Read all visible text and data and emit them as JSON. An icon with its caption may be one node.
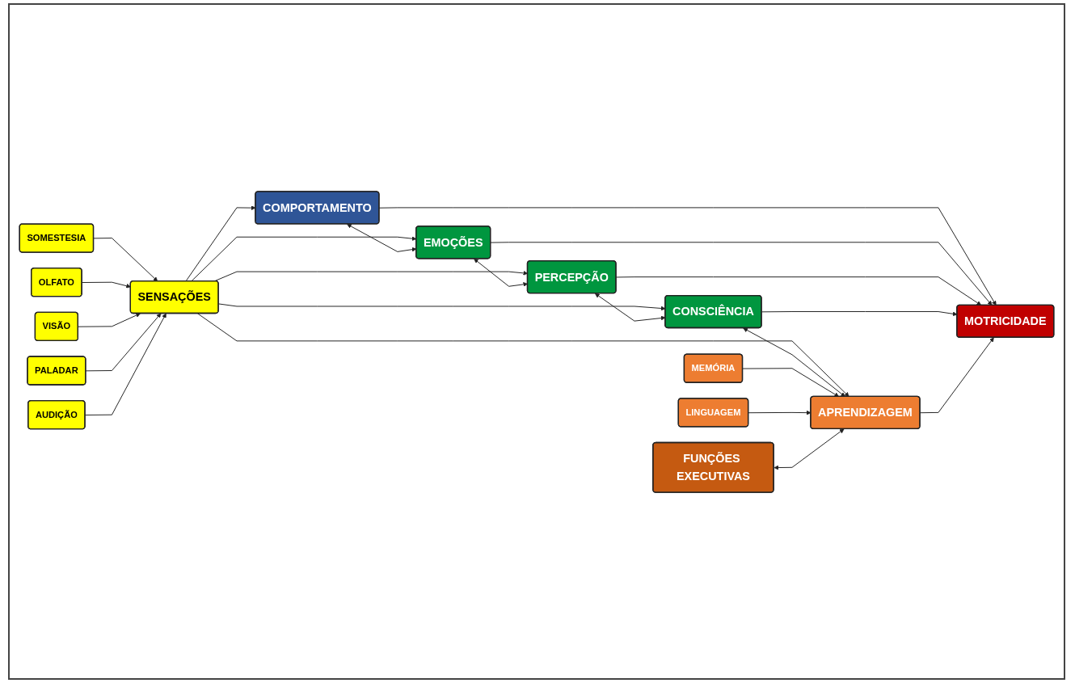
{
  "diagram": {
    "nodes": [
      {
        "text": [
          "COMPORTAMENTO"
        ]
      },
      {
        "text": [
          "SOMESTESIA"
        ]
      },
      {
        "text": [
          "OLFATO"
        ]
      },
      {
        "text": [
          "EMOÇÕES"
        ]
      },
      {
        "text": [
          "VISÃO"
        ]
      },
      {
        "text": [
          "SENSAÇÕES"
        ]
      },
      {
        "text": [
          "PERCEPÇÃO"
        ]
      },
      {
        "text": [
          "MOTRICIDADE"
        ]
      },
      {
        "text": [
          "PALADAR"
        ]
      },
      {
        "text": [
          "AUDIÇÃO"
        ]
      },
      {
        "text": [
          "CONSCIÊNCIA"
        ]
      },
      {
        "text": [
          "APRENDIZAGEM"
        ]
      },
      {
        "text": [
          "MEMÓRIA"
        ]
      },
      {
        "text": [
          "LINGUAGEM"
        ]
      },
      {
        "text": [
          "FUNÇÕES EXECUTIVAS"
        ]
      }
    ],
    "edges": [
      {
        "from": 1,
        "to": 5,
        "arrow": "to"
      },
      {
        "from": 2,
        "to": 5,
        "arrow": "to"
      },
      {
        "from": 4,
        "to": 5,
        "arrow": "to"
      },
      {
        "from": 8,
        "to": 5,
        "arrow": "to"
      },
      {
        "from": 9,
        "to": 5,
        "arrow": "to"
      },
      {
        "from": 5,
        "to": 0,
        "arrow": "to"
      },
      {
        "from": 5,
        "to": 3,
        "arrow": "to"
      },
      {
        "from": 5,
        "to": 6,
        "arrow": "to"
      },
      {
        "from": 5,
        "to": 10,
        "arrow": "to"
      },
      {
        "from": 5,
        "to": 11,
        "arrow": "to"
      },
      {
        "from": 0,
        "to": 3,
        "arrow": "both"
      },
      {
        "from": 3,
        "to": 6,
        "arrow": "both"
      },
      {
        "from": 6,
        "to": 10,
        "arrow": "both"
      },
      {
        "from": 10,
        "to": 11,
        "arrow": "both"
      },
      {
        "from": 0,
        "to": 7,
        "arrow": "to"
      },
      {
        "from": 3,
        "to": 7,
        "arrow": "to"
      },
      {
        "from": 6,
        "to": 7,
        "arrow": "to"
      },
      {
        "from": 10,
        "to": 7,
        "arrow": "to"
      },
      {
        "from": 11,
        "to": 7,
        "arrow": "to"
      },
      {
        "from": 12,
        "to": 11,
        "arrow": "to"
      },
      {
        "from": 13,
        "to": 11,
        "arrow": "to"
      },
      {
        "from": 14,
        "to": 11,
        "arrow": "both"
      }
    ]
  }
}
